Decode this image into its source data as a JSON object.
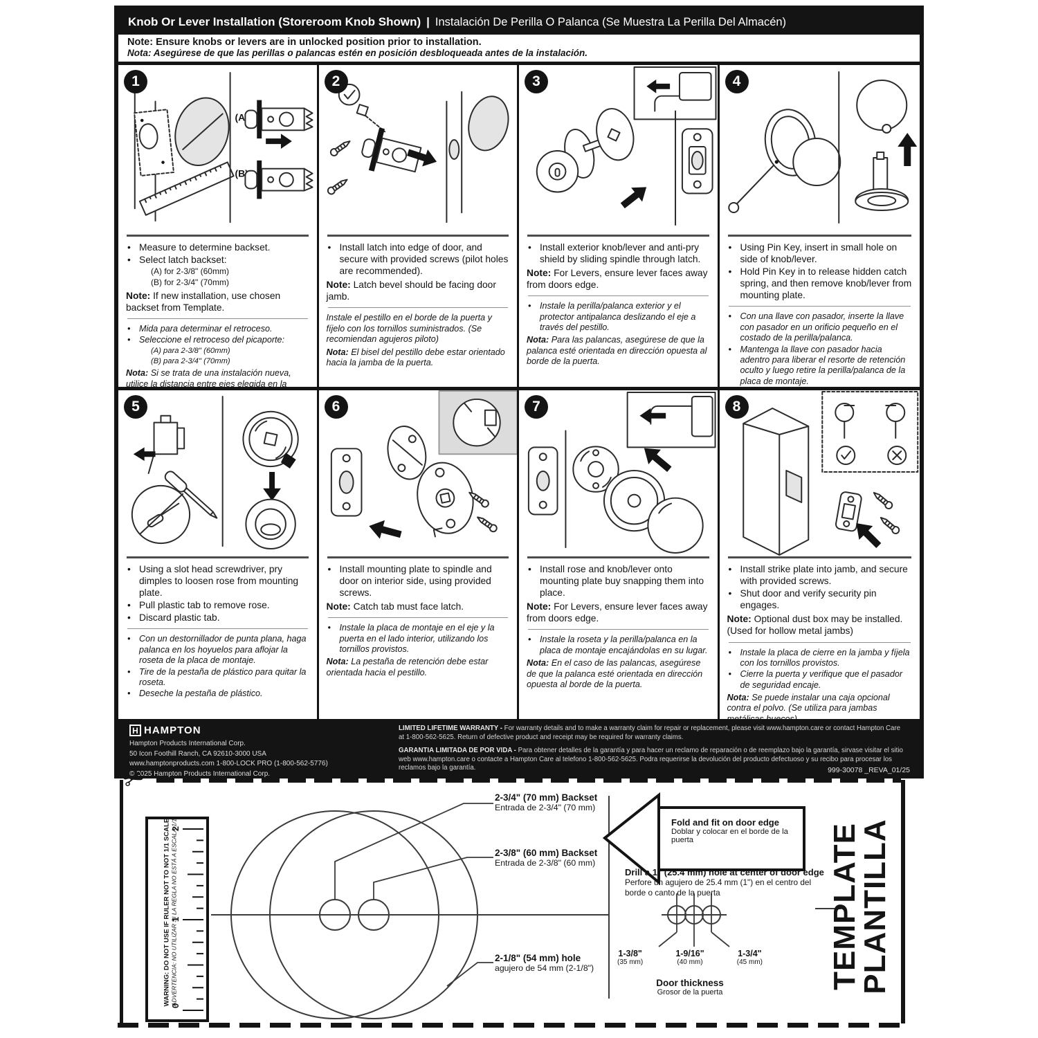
{
  "colors": {
    "ink": "#141414",
    "paper": "#ffffff",
    "shade": "#e4e4e4"
  },
  "header": {
    "title_en": "Knob Or Lever Installation (Storeroom Knob Shown)",
    "title_sep": "|",
    "title_es": "Instalación De Perilla O Palanca (Se Muestra La Perilla Del Almacén)",
    "note_en": "Note: Ensure knobs or levers are in unlocked position prior to installation.",
    "note_es": "Nota: Asegúrese de que las perillas o palancas estén en posición desbloqueada antes de la instalación."
  },
  "steps": [
    {
      "number": "1",
      "fig_labels": [
        "(A)",
        "(B)"
      ],
      "en": [
        {
          "type": "bullet",
          "text": "Measure to determine backset."
        },
        {
          "type": "bullet",
          "text": "Select latch backset:"
        },
        {
          "type": "sub",
          "text": "(A) for 2-3/8\" (60mm)"
        },
        {
          "type": "sub",
          "text": "(B) for 2-3/4\" (70mm)"
        },
        {
          "type": "note",
          "label": "Note:",
          "text": "If new installation, use chosen backset from Template."
        }
      ],
      "es": [
        {
          "type": "bullet",
          "text": "Mida para determinar el retroceso."
        },
        {
          "type": "bullet",
          "text": "Seleccione el retroceso del picaporte:"
        },
        {
          "type": "sub",
          "text": "(A) para 2-3/8\" (60mm)"
        },
        {
          "type": "sub",
          "text": "(B) para 2-3/4\" (70mm)"
        },
        {
          "type": "note",
          "label": "Nota:",
          "text": "Si se trata de una instalación nueva, utilice la distancia entre ejes elegida en la plantilla."
        }
      ]
    },
    {
      "number": "2",
      "en": [
        {
          "type": "bullet",
          "text": "Install latch into edge of door, and secure with provided screws (pilot holes are recommended)."
        },
        {
          "type": "note",
          "label": "Note:",
          "text": "Latch bevel should be facing door jamb."
        }
      ],
      "es": [
        {
          "type": "plain",
          "text": "Instale el pestillo en el borde de la puerta y fíjelo con los tornillos suministrados. (Se recomiendan agujeros piloto)"
        },
        {
          "type": "note",
          "label": "Nota:",
          "text": "El bisel del pestillo debe estar orientado hacia la jamba de la puerta."
        }
      ]
    },
    {
      "number": "3",
      "en": [
        {
          "type": "bullet",
          "text": "Install exterior knob/lever and anti-pry shield by sliding spindle through latch."
        },
        {
          "type": "note",
          "label": "Note:",
          "text": "For Levers, ensure lever faces away from doors edge."
        }
      ],
      "es": [
        {
          "type": "bullet",
          "text": "Instale la perilla/palanca exterior y el protector antipalanca deslizando el eje a través del pestillo."
        },
        {
          "type": "note",
          "label": "Nota:",
          "text": "Para las palancas, asegúrese de que la palanca esté orientada en dirección opuesta al borde de la puerta."
        }
      ]
    },
    {
      "number": "4",
      "en": [
        {
          "type": "bullet",
          "text": "Using Pin Key, insert in small hole on side of knob/lever."
        },
        {
          "type": "bullet",
          "text": "Hold Pin Key in to release hidden catch spring, and then remove knob/lever from mounting plate."
        }
      ],
      "es": [
        {
          "type": "bullet",
          "text": "Con una llave con pasador, inserte la llave con pasador en un orificio pequeño en el costado de la perilla/palanca."
        },
        {
          "type": "bullet",
          "text": "Mantenga la llave con pasador hacia adentro para liberar el resorte de retención oculto y luego retire la perilla/palanca de la placa de montaje."
        }
      ]
    },
    {
      "number": "5",
      "en": [
        {
          "type": "bullet",
          "text": "Using a slot head screwdriver, pry dimples to loosen rose from mounting plate."
        },
        {
          "type": "bullet",
          "text": "Pull plastic tab to remove rose."
        },
        {
          "type": "bullet",
          "text": "Discard plastic tab."
        }
      ],
      "es": [
        {
          "type": "bullet",
          "text": "Con un destornillador de punta plana, haga palanca en los hoyuelos para aflojar la roseta de la placa de montaje."
        },
        {
          "type": "bullet",
          "text": "Tire de la pestaña de plástico para quitar la roseta."
        },
        {
          "type": "bullet",
          "text": "Deseche la pestaña de plástico."
        }
      ]
    },
    {
      "number": "6",
      "en": [
        {
          "type": "bullet",
          "text": "Install mounting plate to spindle and door on interior side, using provided screws."
        },
        {
          "type": "note",
          "label": "Note:",
          "text": "Catch tab must face latch."
        }
      ],
      "es": [
        {
          "type": "bullet",
          "text": "Instale la placa de montaje en el eje y la puerta en el lado interior, utilizando los tornillos provistos."
        },
        {
          "type": "note",
          "label": "Nota:",
          "text": "La pestaña de retención debe estar orientada hacia el pestillo."
        }
      ]
    },
    {
      "number": "7",
      "en": [
        {
          "type": "bullet",
          "text": "Install rose and knob/lever onto mounting plate buy snapping them into place."
        },
        {
          "type": "note",
          "label": "Note:",
          "text": "For Levers, ensure lever faces away from doors edge."
        }
      ],
      "es": [
        {
          "type": "bullet",
          "text": "Instale la roseta y la perilla/palanca en la placa de montaje encajándolas en su lugar."
        },
        {
          "type": "note",
          "label": "Nota:",
          "text": "En el caso de las palancas, asegúrese de que la palanca esté orientada en dirección opuesta al borde de la puerta."
        }
      ]
    },
    {
      "number": "8",
      "en": [
        {
          "type": "bullet",
          "text": "Install strike plate into jamb, and secure with provided screws."
        },
        {
          "type": "bullet",
          "text": "Shut door and verify security pin engages."
        },
        {
          "type": "note",
          "label": "Note:",
          "text": "Optional dust box may be installed. (Used for hollow metal jambs)"
        }
      ],
      "es": [
        {
          "type": "bullet",
          "text": "Instale la placa de cierre en la jamba y fíjela con los tornillos provistos."
        },
        {
          "type": "bullet",
          "text": "Cierre la puerta y verifique que el pasador de seguridad encaje."
        },
        {
          "type": "note",
          "label": "Nota:",
          "text": "Se puede instalar una caja opcional contra el polvo. (Se utiliza para jambas metálicas huecos)"
        }
      ]
    }
  ],
  "footer": {
    "brand_h": "H",
    "brand": "HAMPTON",
    "company": "Hampton Products International Corp.",
    "address": "50 Icon Foothill Ranch, CA 92610-3000 USA",
    "web_phone": "www.hamptonproducts.com 1-800-LOCK PRO (1-800-562-5776)",
    "copyright": "© 2025 Hampton Products International Corp.",
    "warranty_en_label": "LIMITED LIFETIME WARRANTY -",
    "warranty_en": "For warranty details and to make a warranty claim for repair or replacement, please visit www.hampton.care or contact Hampton Care at 1-800-562-5625. Return of defective product and receipt may be required for warranty claims.",
    "warranty_es_label": "GARANTIA LIMITADA DE POR VIDA -",
    "warranty_es": "Para obtener detalles de la garantía y para hacer un reclamo de reparación o de reemplazo bajo la garantía, sirvase visitar el sitio web www.hampton.care o contacte a Hampton Care al telefono 1-800-562-5625. Podra requerirse la devolución del producto defectuoso y su recibo para procesar los reclamos bajo la garantía.",
    "part_number": "999-30078 _REVA_01/25"
  },
  "template": {
    "backset70_en": "2-3/4\" (70 mm) Backset",
    "backset70_es": "Entrada de 2-3/4\" (70 mm)",
    "backset60_en": "2-3/8\" (60 mm) Backset",
    "backset60_es": "Entrada de 2-3/8\" (60 mm)",
    "hole_en": "2-1/8\" (54 mm) hole",
    "hole_es": "agujero de 54 mm (2-1/8\")",
    "fold_en": "Fold and fit on door edge",
    "fold_es": "Doblar y colocar en el borde de la puerta",
    "drill_en": "Drill a 1\" (25.4 mm) hole at center of door edge",
    "drill_es": "Perfore un agujero de 25.4 mm (1\") en el centro del borde o canto de la puerta",
    "thickness": [
      {
        "in": "1-3/8\"",
        "mm": "(35 mm)"
      },
      {
        "in": "1-9/16\"",
        "mm": "(40 mm)"
      },
      {
        "in": "1-3/4\"",
        "mm": "(45 mm)"
      }
    ],
    "door_thickness_en": "Door thickness",
    "door_thickness_es": "Grosor de la puerta",
    "ruler_warning_en": "WARNING: DO NOT USE IF RULER NOT TO NOT 1/1 SCALE",
    "ruler_warning_es": "ADVERTENCIA: NO UTILIZAR SI LA REGLA NO ESTÁ A ESCALA 1/1",
    "ruler_marks": [
      "0",
      "1",
      "2"
    ],
    "template_label": "TEMPLATE",
    "plantilla_label": "PLANTILLA"
  }
}
